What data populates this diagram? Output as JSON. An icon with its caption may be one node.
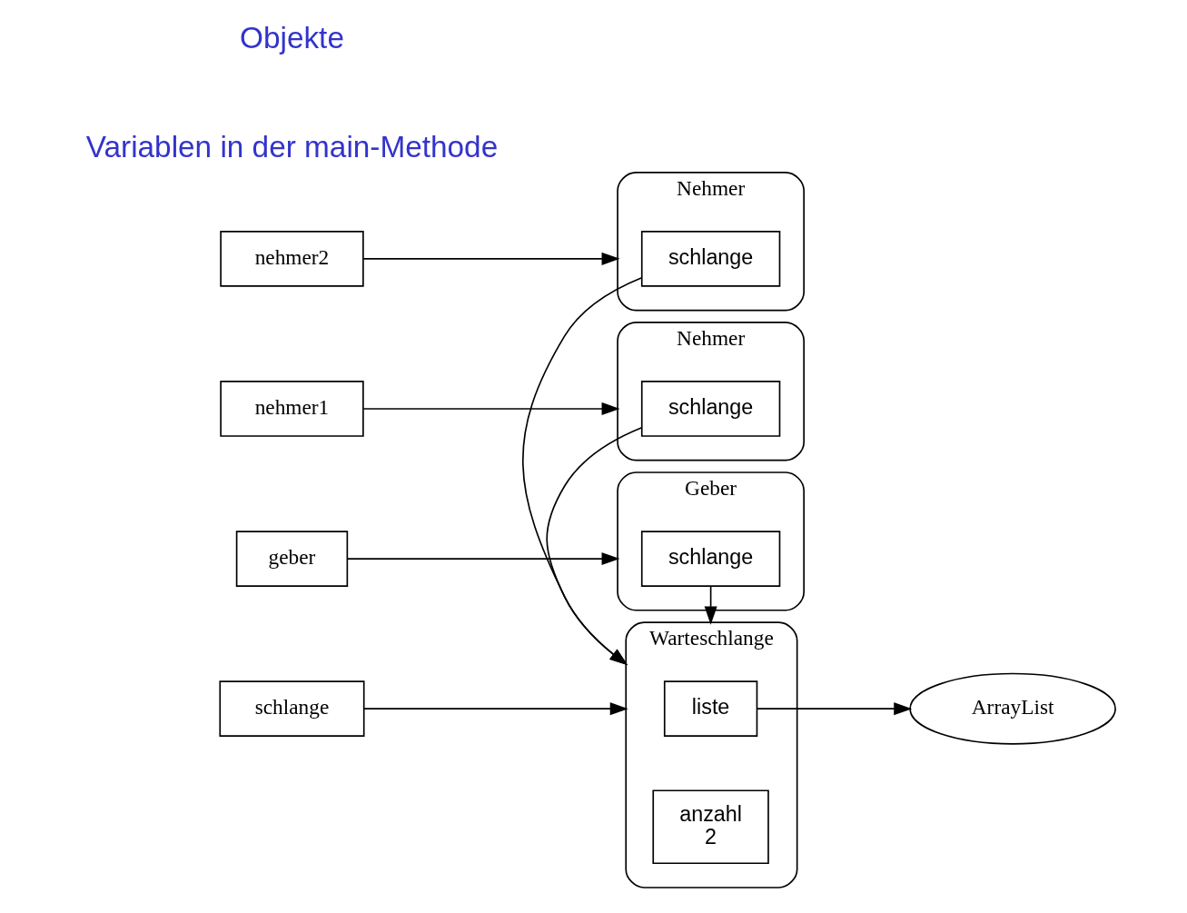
{
  "diagram": {
    "nodes": [
      {
        "text": [
          "schlange"
        ]
      },
      {
        "text": [
          "geber"
        ]
      },
      {
        "text": [
          "nehmer1"
        ]
      },
      {
        "text": [
          "nehmer2"
        ]
      },
      {
        "text": [
          "Warteschlange"
        ]
      },
      {
        "text": [
          "liste"
        ],
        "in": 4
      },
      {
        "text": [
          "anzahl",
          "2"
        ],
        "in": 4
      },
      {
        "text": [
          "ArrayList"
        ]
      },
      {
        "text": [
          "Geber"
        ]
      },
      {
        "text": [
          "schlange"
        ],
        "in": 8
      },
      {
        "text": [
          "Nehmer"
        ]
      },
      {
        "text": [
          "schlange"
        ],
        "in": 10
      },
      {
        "text": [
          "Nehmer"
        ]
      },
      {
        "text": [
          "schlange"
        ],
        "in": 12
      }
    ],
    "edges": [
      {
        "from": 0,
        "to": 4,
        "arrow": "to"
      },
      {
        "from": 5,
        "to": 7,
        "arrow": "to"
      },
      {
        "from": 1,
        "to": 8,
        "arrow": "to"
      },
      {
        "from": 9,
        "to": 4,
        "arrow": "to"
      },
      {
        "from": 2,
        "to": 10,
        "arrow": "to"
      },
      {
        "from": 11,
        "to": 4,
        "arrow": "to"
      },
      {
        "from": 3,
        "to": 12,
        "arrow": "to"
      },
      {
        "from": 13,
        "to": 4,
        "arrow": "to"
      }
    ],
    "labels": [
      "Variablen in der main-Methode",
      "Objekte"
    ]
  }
}
